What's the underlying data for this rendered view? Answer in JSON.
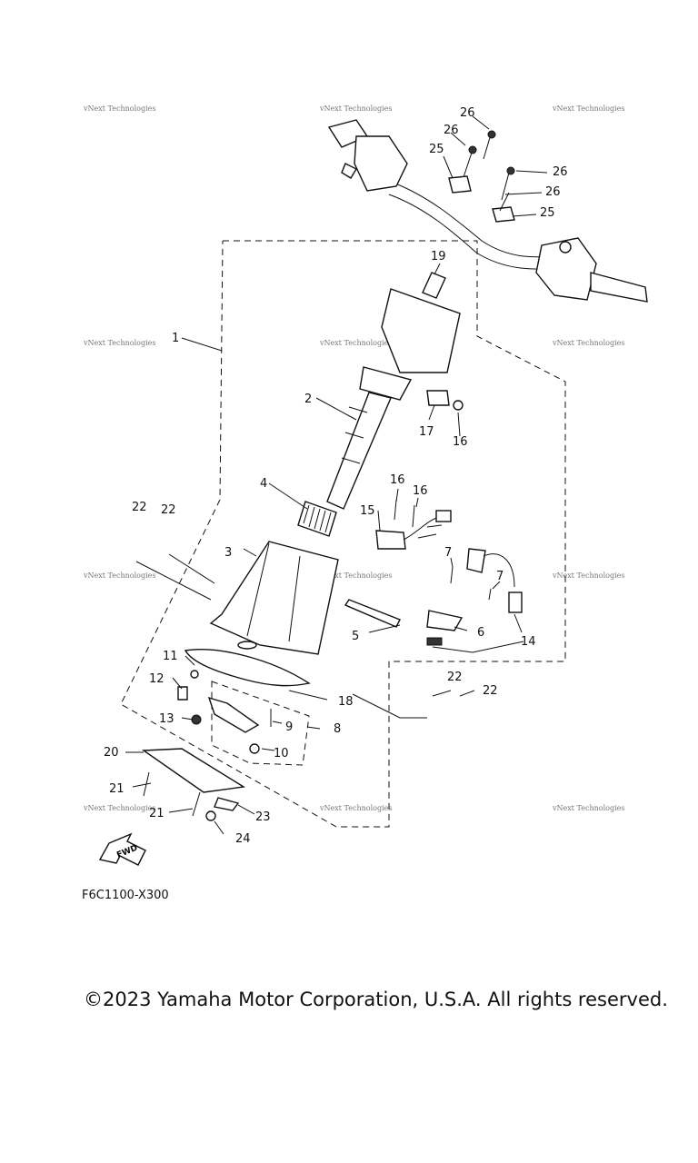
{
  "diagram_code": "F6C1100-X300",
  "copyright": "©2023 Yamaha Motor Corporation, U.S.A. All rights reserved.",
  "watermark": "vNext Technologies",
  "fwd_label": "FWD",
  "callouts": [
    {
      "id": "c1",
      "label": "1"
    },
    {
      "id": "c2",
      "label": "2"
    },
    {
      "id": "c3",
      "label": "3"
    },
    {
      "id": "c4",
      "label": "4"
    },
    {
      "id": "c5",
      "label": "5"
    },
    {
      "id": "c6",
      "label": "6"
    },
    {
      "id": "c7a",
      "label": "7"
    },
    {
      "id": "c7b",
      "label": "7"
    },
    {
      "id": "c8",
      "label": "8"
    },
    {
      "id": "c9",
      "label": "9"
    },
    {
      "id": "c10",
      "label": "10"
    },
    {
      "id": "c11",
      "label": "11"
    },
    {
      "id": "c12",
      "label": "12"
    },
    {
      "id": "c13",
      "label": "13"
    },
    {
      "id": "c14",
      "label": "14"
    },
    {
      "id": "c15",
      "label": "15"
    },
    {
      "id": "c16a",
      "label": "16"
    },
    {
      "id": "c16b",
      "label": "16"
    },
    {
      "id": "c16c",
      "label": "16"
    },
    {
      "id": "c17",
      "label": "17"
    },
    {
      "id": "c18",
      "label": "18"
    },
    {
      "id": "c19",
      "label": "19"
    },
    {
      "id": "c20",
      "label": "20"
    },
    {
      "id": "c21a",
      "label": "21"
    },
    {
      "id": "c21b",
      "label": "21"
    },
    {
      "id": "c22a",
      "label": "22"
    },
    {
      "id": "c22b",
      "label": "22"
    },
    {
      "id": "c22c",
      "label": "22"
    },
    {
      "id": "c22d",
      "label": "22"
    },
    {
      "id": "c23",
      "label": "23"
    },
    {
      "id": "c24",
      "label": "24"
    },
    {
      "id": "c25a",
      "label": "25"
    },
    {
      "id": "c25b",
      "label": "25"
    },
    {
      "id": "c26a",
      "label": "26"
    },
    {
      "id": "c26b",
      "label": "26"
    },
    {
      "id": "c26c",
      "label": "26"
    },
    {
      "id": "c26d",
      "label": "26"
    }
  ]
}
